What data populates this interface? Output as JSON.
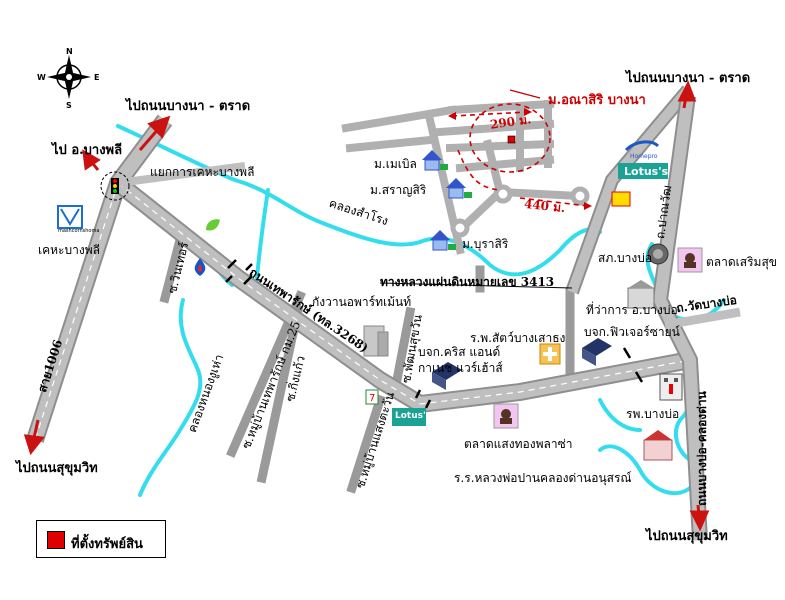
{
  "compass": {
    "n": "N",
    "s": "S",
    "e": "E",
    "w": "W"
  },
  "destinations": {
    "bangna_trat_left": "ไปถนนบางนา - ตราด",
    "bangna_trat_right": "ไปถนนบางนา - ตราด",
    "bang_phli": "ไป อ.บางพลี",
    "sukhumvit_left": "ไปถนนสุขุมวิท",
    "sukhumvit_right": "ไปถนนสุขุมวิท"
  },
  "roads": {
    "khehabangphli_junction": "แยกการเคหะบางพลี",
    "khlong_samrong": "คลองสำโรง",
    "highway_3413": "ทางหลวงแผ่นดินหมายเลข 3413",
    "thepharak": "ถนนเทพารักษ์ (ทล.3268)",
    "so_1006": "สาย1006",
    "wat_bang_bo": "ถ.วัดบางบ่อ",
    "bangbo_khlongdan": "ถนนบางบ่อ-คลองด่าน",
    "pradu": "ถ.ปาณวัฒ",
    "soi_win": "ซ.วินเทอร์",
    "soi_mooban": "ซ.หมู่บ้านเทพารักษ์ กม.25",
    "soi_kingkaew": "ซ.กิ่งแก้ว",
    "soi_mooban_samran": "ซ.หมู่บ้านแสงตะวัน",
    "soi_sansuk": "ซ.พัฒนสุขวัน",
    "khlong_nongngu": "คลองหนองงูเห่า"
  },
  "places": {
    "kheha_bangphli": "เคหะบางพลี",
    "m_mabel": "ม.เมเบิล",
    "m_saranasiri": "ม.สราญสิริ",
    "m_burasiri": "ม.บุราสิริ",
    "m_anasiri": "ม.อณาสิริ บางนา",
    "sp_bangbo": "สภ.บางบ่อ",
    "talat_sermsuk": "ตลาดเสริมสุข",
    "amphoe_office": "ที่ว่าการ อ.บางบ่อ",
    "b_furniture": "บจก.ฟิวเจอร์ซายน์",
    "kungwan": "กังวานอพาร์ทเม้นท์",
    "rs_vet": "ร.พ.สัตว์บางเสาธง",
    "b_chris": "บจก.คริส แอนด์",
    "b_chris2": "กาเนช แวร์เฮ้าส์",
    "talat_sangthong": "ตลาดแสงทองพลาซ่า",
    "hospital": "รพ.บางบ่อ",
    "school": "ร.ร.หลวงพ่อปานคลองด่านอนุสรณ์",
    "lotus_top": "Lotus's",
    "lotus_bottom": "Lotus's",
    "meehouse": "mashcornshoma"
  },
  "distances": {
    "d290": "290 ม.",
    "d440": "440 ม."
  },
  "legend": {
    "label": "ที่ตั้งทรัพย์สิน",
    "color": "#e00000"
  },
  "colors": {
    "road": "#b9b9b9",
    "road_edge": "#8e8e8e",
    "canal": "#33ddee",
    "arrow": "#cc1111",
    "route": "#cc0000"
  }
}
